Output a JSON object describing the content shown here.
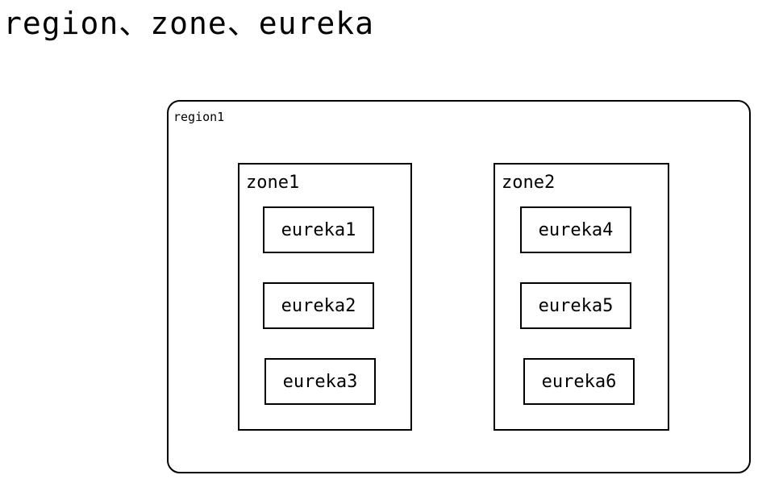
{
  "title": "region、zone、eureka",
  "region": {
    "label": "region1",
    "zones": [
      {
        "label": "zone1",
        "nodes": [
          "eureka1",
          "eureka2",
          "eureka3"
        ]
      },
      {
        "label": "zone2",
        "nodes": [
          "eureka4",
          "eureka5",
          "eureka6"
        ]
      }
    ]
  },
  "colors": {
    "stroke": "#000000",
    "background": "#ffffff"
  }
}
